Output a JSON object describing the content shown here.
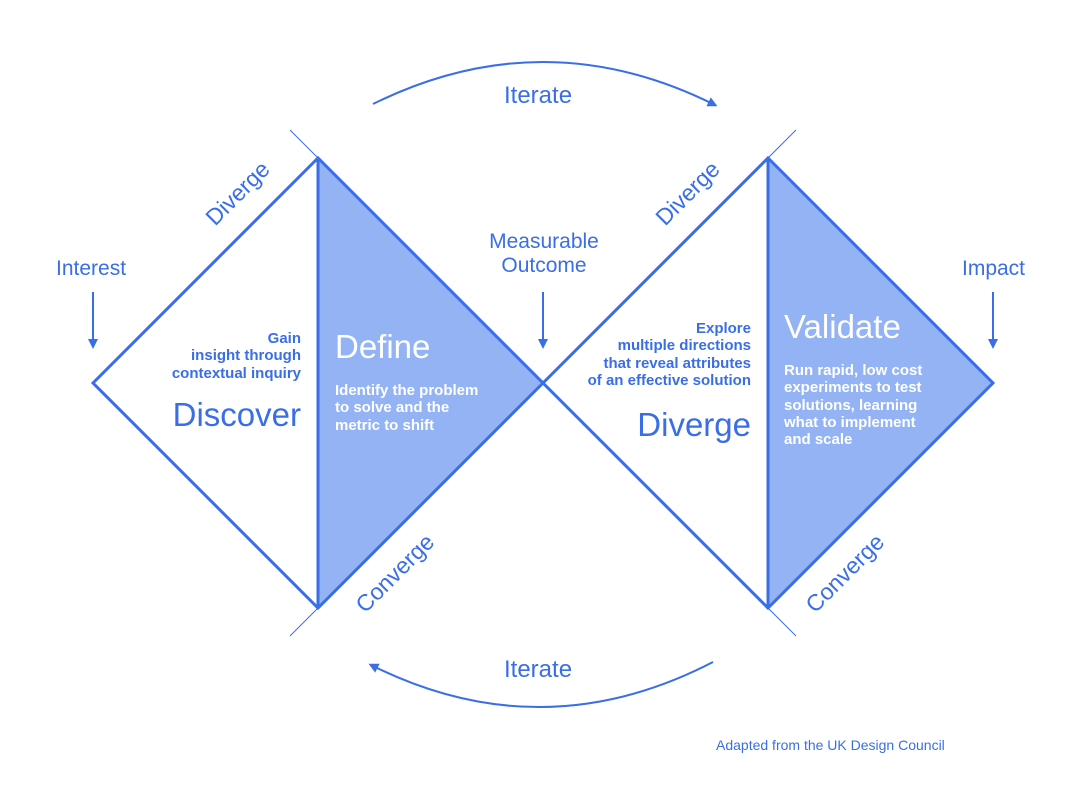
{
  "iterate_top": "Iterate",
  "iterate_bottom": "Iterate",
  "interest": "Interest",
  "measurable_outcome": [
    "Measurable",
    "Outcome"
  ],
  "impact": "Impact",
  "diamond1": {
    "diverge_edge": "Diverge",
    "converge_edge": "Converge",
    "discover": {
      "description": [
        "Gain",
        "insight through",
        "contextual inquiry"
      ],
      "title": "Discover"
    },
    "define": {
      "title": "Define",
      "description": [
        "Identify the problem",
        "to solve and the",
        "metric to shift"
      ]
    }
  },
  "diamond2": {
    "diverge_edge": "Diverge",
    "converge_edge": "Converge",
    "diverge_phase": {
      "description": [
        "Explore",
        "multiple directions",
        "that reveal attributes",
        "of an effective solution"
      ],
      "title": "Diverge"
    },
    "validate": {
      "title": "Validate",
      "description": [
        "Run rapid, low cost",
        "experiments to test",
        "solutions, learning",
        "what to implement",
        "and scale"
      ]
    }
  },
  "credit": "Adapted from the UK Design Council",
  "colors": {
    "accent": "#3a6ee6",
    "fill": "#94b3f5",
    "background": "#ffffff"
  }
}
